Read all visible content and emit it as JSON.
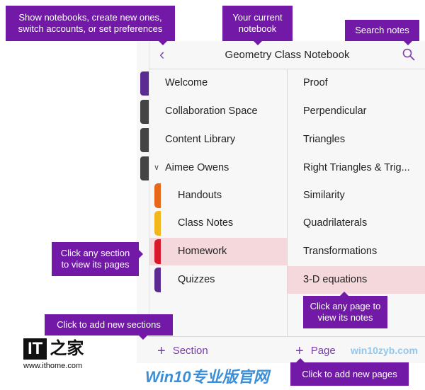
{
  "header": {
    "title": "Geometry Class Notebook",
    "back_icon": "chevron-left-icon",
    "search_icon": "search-icon"
  },
  "sections": [
    {
      "label": "Welcome",
      "type": "section"
    },
    {
      "label": "Collaboration Space",
      "type": "section"
    },
    {
      "label": "Content Library",
      "type": "section"
    },
    {
      "label": "Aimee Owens",
      "type": "group",
      "expanded": true
    },
    {
      "label": "Handouts",
      "color": "#e8681a"
    },
    {
      "label": "Class Notes",
      "color": "#f2b71a"
    },
    {
      "label": "Homework",
      "color": "#d8192b",
      "selected": true
    },
    {
      "label": "Quizzes",
      "color": "#5b2a92"
    }
  ],
  "pages": [
    {
      "label": "Proof"
    },
    {
      "label": "Perpendicular"
    },
    {
      "label": "Triangles"
    },
    {
      "label": "Right Triangles & Trig..."
    },
    {
      "label": "Similarity"
    },
    {
      "label": "Quadrilaterals"
    },
    {
      "label": "Transformations"
    },
    {
      "label": "3-D equations",
      "selected": true
    }
  ],
  "footer": {
    "add_section": "Section",
    "add_page": "Page"
  },
  "callouts": {
    "notebooks": "Show notebooks, create new ones, switch accounts, or set preferences",
    "current": "Your current notebook",
    "search": "Search notes",
    "section": "Click any section to view its pages",
    "add_section": "Click to add new sections",
    "page": "Click any page to view its notes",
    "add_page": "Click to add new pages"
  },
  "watermarks": {
    "logo": "IT之家",
    "url": "www.ithome.com",
    "site1": "win10zyb.com",
    "site2": "Win10专业版官网"
  },
  "colors": {
    "accent": "#7219a8",
    "selected": "#f5d8dc"
  }
}
